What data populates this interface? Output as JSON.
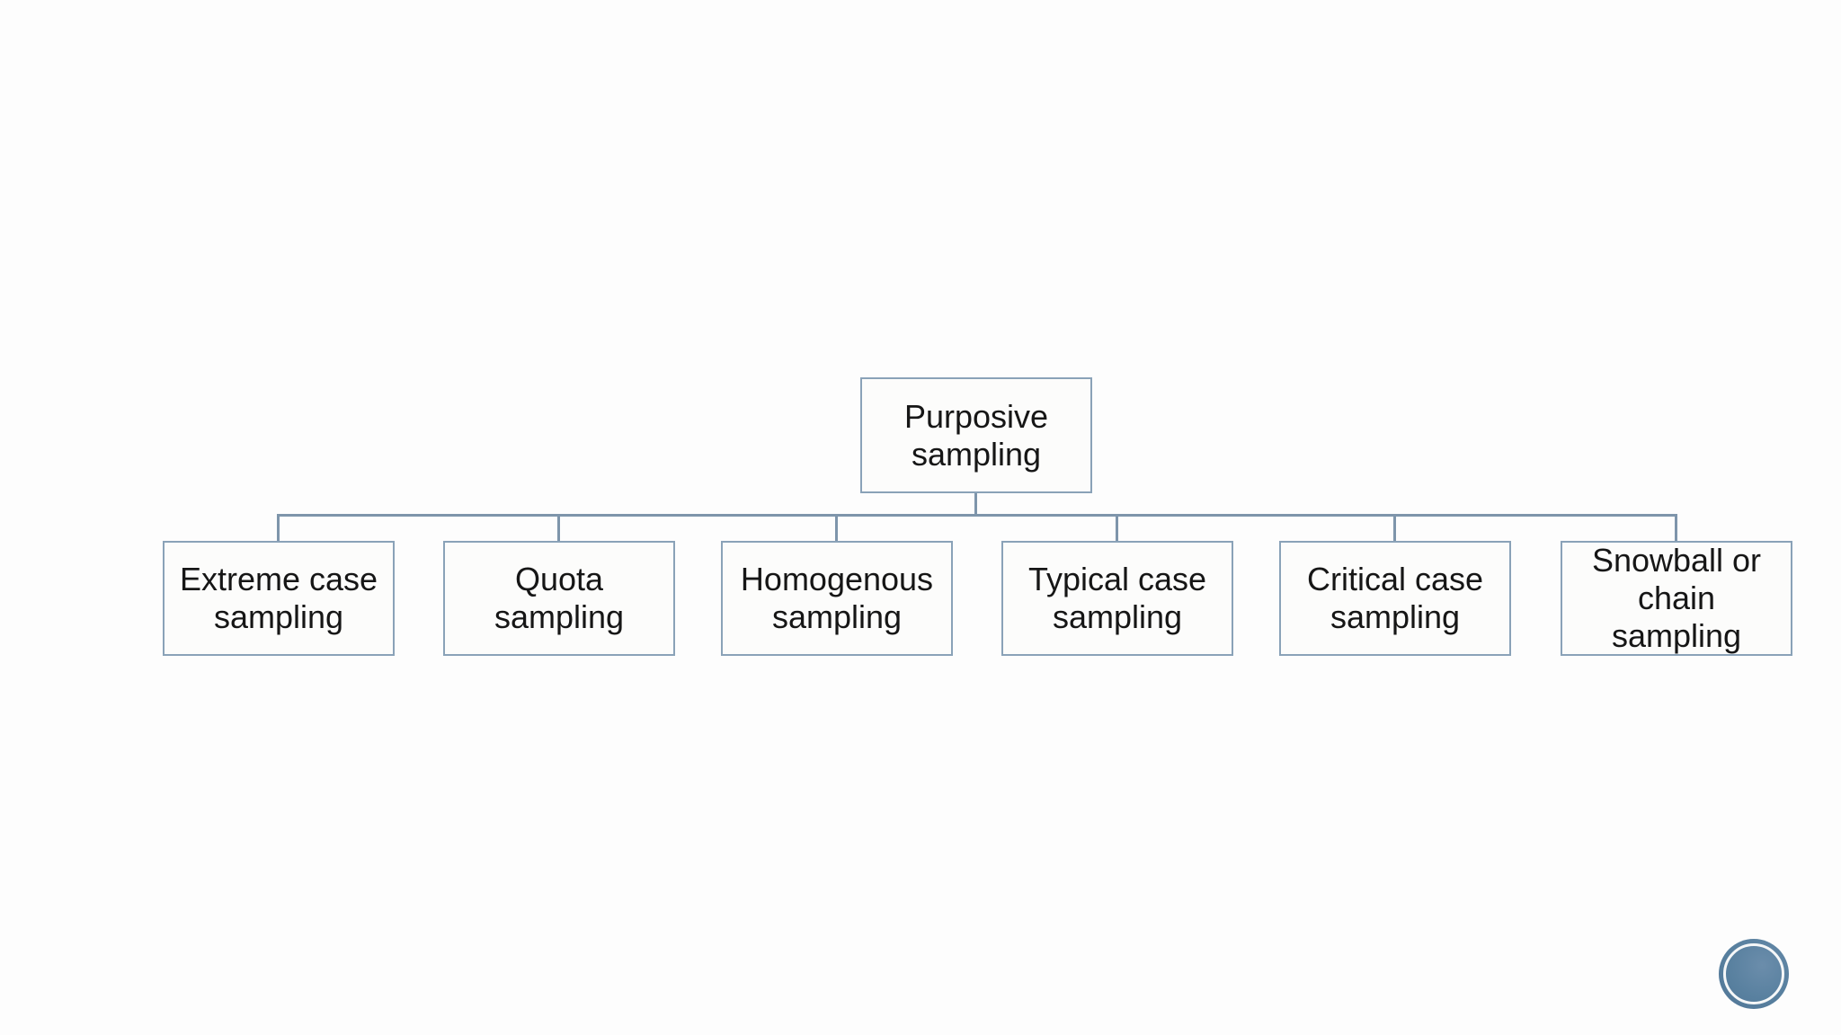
{
  "slide": {
    "background": "#fdfdfd",
    "connector_color": "#7e95ab",
    "box_border_color": "#8aa2b8",
    "box_fill_color": "#fcfcfb",
    "text_color": "#161616",
    "stamp_color": "#58809f",
    "root": {
      "label": "Purposive\nsampling"
    },
    "children": [
      {
        "label": "Extreme case\nsampling"
      },
      {
        "label": "Quota\nsampling"
      },
      {
        "label": "Homogenous\nsampling"
      },
      {
        "label": "Typical case\nsampling"
      },
      {
        "label": "Critical case\nsampling"
      },
      {
        "label": "Snowball or\nchain\nsampling"
      }
    ]
  }
}
